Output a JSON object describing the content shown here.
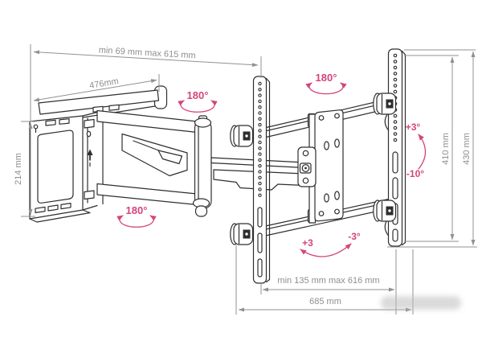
{
  "diagram": {
    "type": "technical-drawing",
    "subject": "Articulating TV wall mount bracket - dimensioned line drawing",
    "colors": {
      "linework": "#2e2e2e",
      "dimension": "#919195",
      "rotation_accent": "#d4457b",
      "background": "#ffffff"
    },
    "dimensions": {
      "extension_range": "min 69 mm max 615 mm",
      "arm_reach": "476mm",
      "wall_plate_height": "214 mm",
      "rail_height_inner": "410 mm",
      "rail_height_outer": "430 mm",
      "rail_span_range": "min 135 mm max 616 mm",
      "overall_width": "685 mm"
    },
    "rotations": {
      "arm_swivel_upper": "180°",
      "arm_swivel_lower": "180°",
      "plate_swivel": "180°",
      "tilt_up": "+3°",
      "tilt_down": "-10°",
      "roll_left": "+3",
      "roll_right": "-3°"
    }
  }
}
